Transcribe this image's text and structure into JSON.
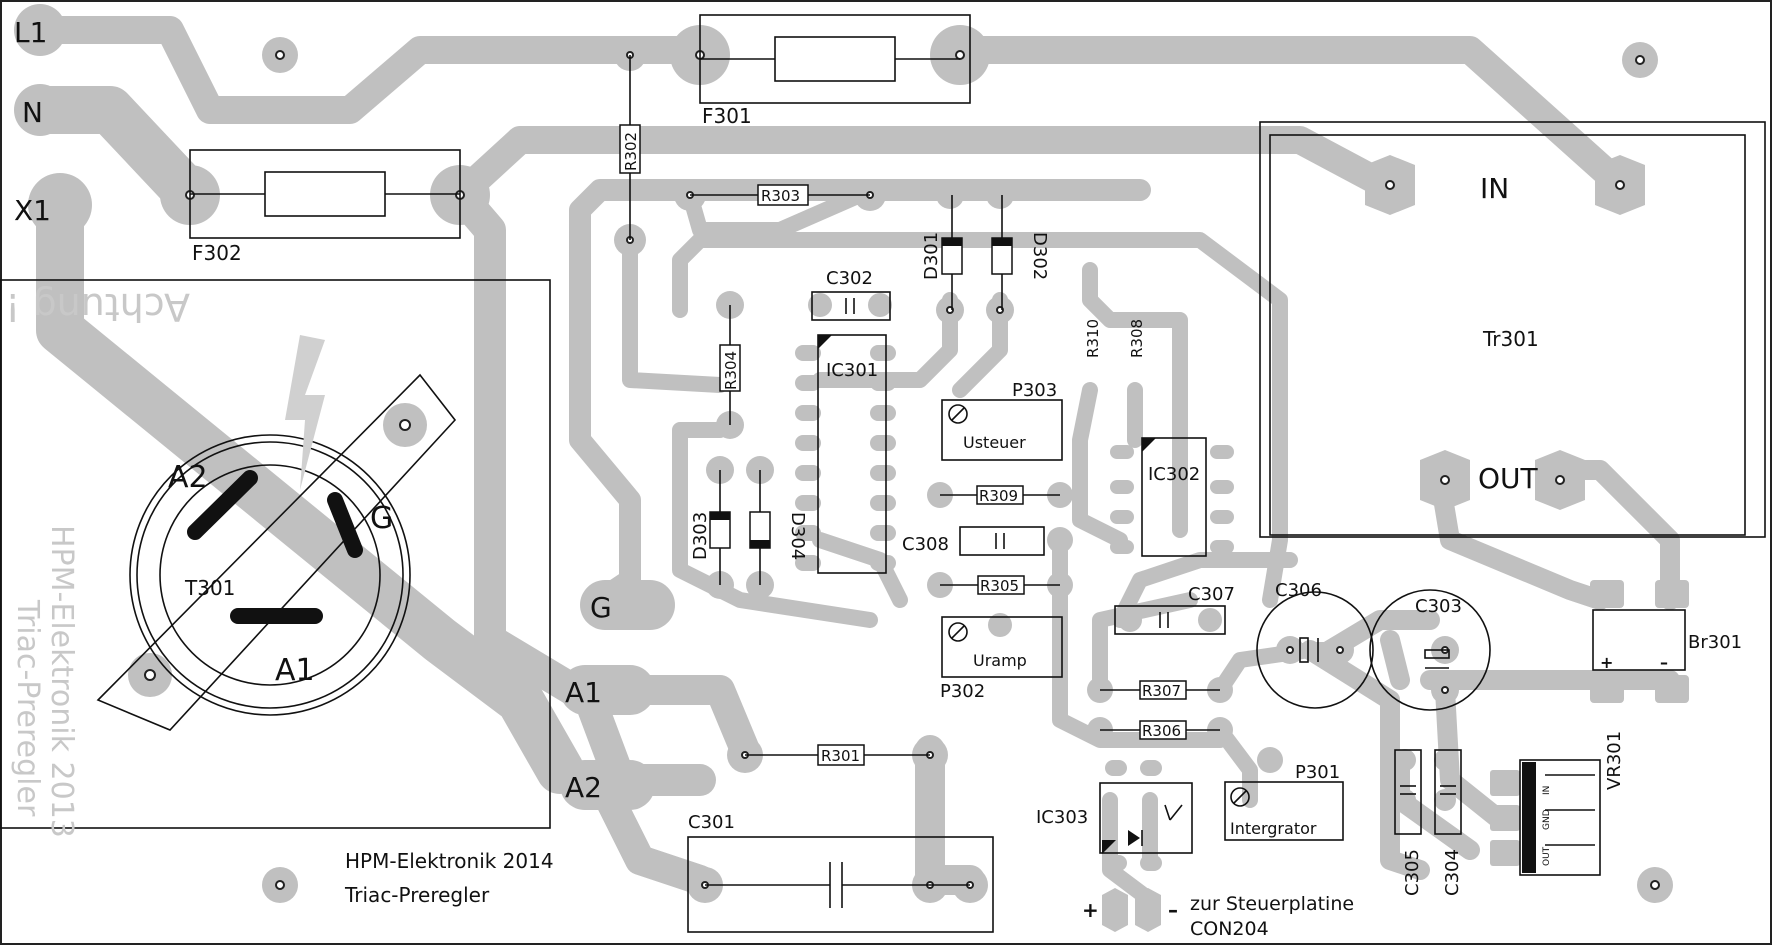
{
  "terminals": {
    "l1": "L1",
    "n": "N",
    "x1": "X1",
    "g": "G",
    "a1": "A1",
    "a2": "A2"
  },
  "fuses": {
    "f301": "F301",
    "f302": "F302"
  },
  "triac": {
    "name": "T301",
    "a1": "A1",
    "a2": "A2",
    "g": "G",
    "warning": "Achtung !!!"
  },
  "mirror_text": {
    "line1": "HPM-Elektronik 2013",
    "line2": "Triac-Preregler"
  },
  "transformer": {
    "name": "Tr301",
    "in": "IN",
    "out": "OUT"
  },
  "resistors": {
    "r301": "R301",
    "r302": "R302",
    "r303": "R303",
    "r304": "R304",
    "r305": "R305",
    "r306": "R306",
    "r307": "R307",
    "r308": "R308",
    "r309": "R309",
    "r310": "R310"
  },
  "diodes": {
    "d301": "D301",
    "d302": "D302",
    "d303": "D303",
    "d304": "D304"
  },
  "capacitors": {
    "c301": "C301",
    "c302": "C302",
    "c303": "C303",
    "c304": "C304",
    "c305": "C305",
    "c306": "C306",
    "c307": "C307",
    "c308": "C308"
  },
  "ics": {
    "ic301": "IC301",
    "ic302": "IC302",
    "ic303": "IC303"
  },
  "pots": {
    "p301": "P301",
    "p301_text": "Intergrator",
    "p302": "P302",
    "p302_text": "Uramp",
    "p303": "P303",
    "p303_text": "Usteuer"
  },
  "bridge": {
    "name": "Br301",
    "plus": "+",
    "minus": "–"
  },
  "regulator": {
    "name": "VR301",
    "pin_in": "IN",
    "pin_gnd": "GND",
    "pin_out": "OUT"
  },
  "connector": {
    "plus": "+",
    "minus": "–",
    "label": "zur Steuerplatine",
    "name": "CON204"
  },
  "credits": {
    "company": "HPM-Elektronik 2014",
    "project": "Triac-Preregler"
  },
  "colors": {
    "copper": "#c0c0c0",
    "silkscreen": "#111111",
    "background": "#ffffff"
  }
}
